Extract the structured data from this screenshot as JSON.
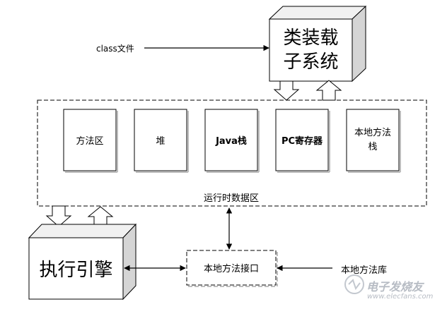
{
  "class_file_label": "class文件",
  "class_loader": {
    "line1": "类装载",
    "line2": "子系统"
  },
  "runtime_area": {
    "label": "运行时数据区",
    "blocks": [
      {
        "label": "方法区"
      },
      {
        "label": "堆"
      },
      {
        "label": "Java栈"
      },
      {
        "label": "PC寄存器"
      },
      {
        "label": "本地方法栈"
      }
    ]
  },
  "execution_engine": "执行引擎",
  "native_interface": "本地方法接口",
  "native_library": "本地方法库",
  "watermark": {
    "main": "电子发烧友",
    "url": "www.elecfans.com"
  }
}
